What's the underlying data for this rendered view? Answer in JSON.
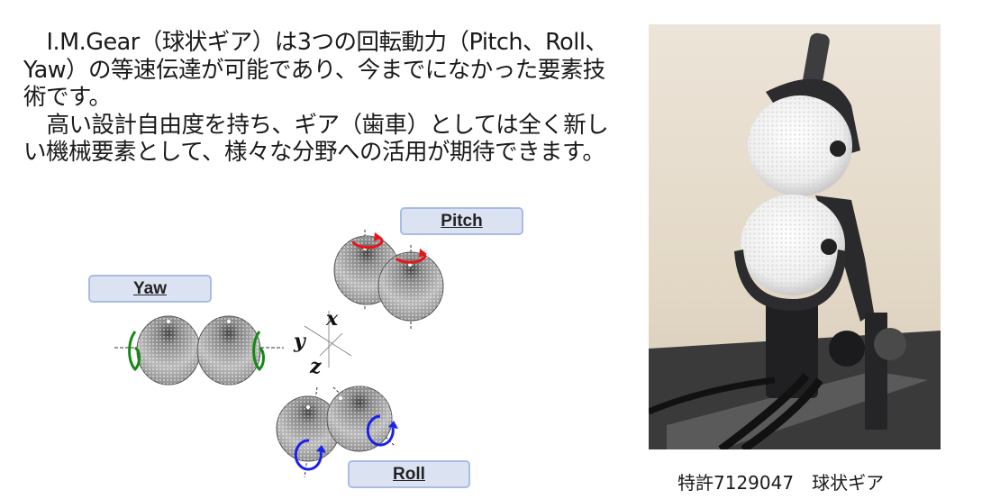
{
  "description": {
    "paragraphs": [
      "I.M.Gear（球状ギア）は3つの回転動力（Pitch、Roll、Yaw）の等速伝達が可能であり、今までになかった要素技術です。",
      "高い設計自由度を持ち、ギア（歯車）としては全く新しい機械要素として、様々な分野への活用が期待できます。"
    ]
  },
  "diagram": {
    "labels": {
      "pitch": "Pitch",
      "yaw": "Yaw",
      "roll": "Roll"
    },
    "axes": {
      "x": "x",
      "y": "y",
      "z": "z"
    },
    "colors": {
      "pitch_arrow": "#e8151b",
      "yaw_arrow": "#138a13",
      "roll_arrow": "#1b22e8",
      "label_bg": "#dbe3f3",
      "label_border": "#a9bde4"
    }
  },
  "photo": {
    "alt": "球状ギア試作機の写真"
  },
  "caption": "特許7129047　球状ギア"
}
